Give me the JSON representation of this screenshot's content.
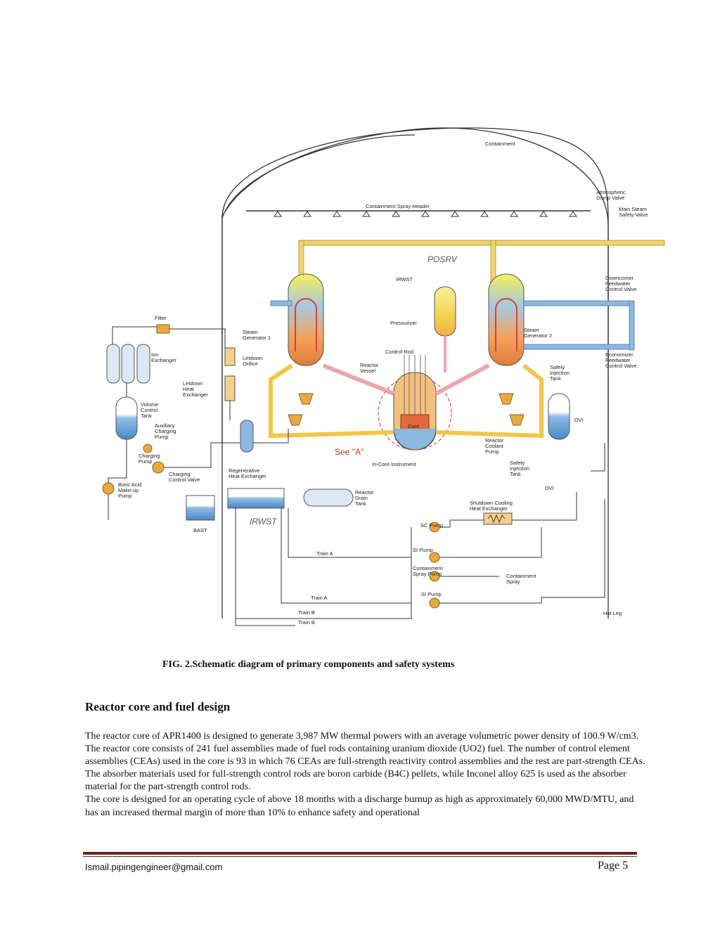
{
  "figure": {
    "labels": {
      "containment": "Containment",
      "spray_header": "Containment Spray Header",
      "atm_dump": [
        "Atmospheric",
        "Dump Valve"
      ],
      "main_steam": [
        "Main Steam",
        "Safety Valve"
      ],
      "posrv": "POSRV",
      "irwst_top": "IRWST",
      "downcomer": [
        "Downcomer",
        "Feedwater",
        "Control Valve"
      ],
      "filter": "Filter",
      "sg1": [
        "Steam",
        "Generator 1"
      ],
      "pressurizer": "Pressurizer",
      "sg2": [
        "Steam",
        "Generator 2"
      ],
      "control_rod": "Control Rod",
      "ion_exchanger": [
        "Ion",
        "Exchanger"
      ],
      "letdown_orifice": [
        "Letdown",
        "Orifice"
      ],
      "reactor_vessel": [
        "Reactor",
        "Vessel"
      ],
      "economizer": [
        "Economizer",
        "Feedwater",
        "Control Valve"
      ],
      "letdown_hx": [
        "Letdown",
        "Heat",
        "Exchanger"
      ],
      "si_tank": [
        "Safety",
        "Injection",
        "Tank"
      ],
      "vct": [
        "Volume",
        "Control",
        "Tank"
      ],
      "dvi1": "DVI",
      "aux_charging": [
        "Auxiliary",
        "Charging",
        "Pump"
      ],
      "core": "Core",
      "rcp": [
        "Reactor",
        "Coolant",
        "Pump"
      ],
      "see_a": "See \"A\"",
      "charging_pump": [
        "Charging",
        "Pump"
      ],
      "incore": "In-Core Instrument",
      "si_tank2": [
        "Safety",
        "Injection",
        "Tank"
      ],
      "charging_valve": [
        "Charging",
        "Control Valve"
      ],
      "regen_hx": [
        "Regenerative",
        "Heat Exchanger"
      ],
      "boric_pump": [
        "Boric Acid",
        "Make-up",
        "Pump"
      ],
      "dvi2": "DVI",
      "drain_tank": [
        "Reactor",
        "Drain",
        "Tank"
      ],
      "shutdown_hx": [
        "Shutdown Cooling",
        "Heat Exchanger"
      ],
      "irwst": "IRWST",
      "bast": "BAST",
      "sc_pump": "SC Pump",
      "si_pump1": "SI Pump",
      "train_a1": "Train A",
      "cs_pump": [
        "Containment",
        "Spray Pump"
      ],
      "cont_spray": [
        "Containment",
        "Spray"
      ],
      "si_pump2": "SI Pump",
      "train_a2": "Train A",
      "hot_leg": "Hot Leg",
      "train_b1": "Train B",
      "train_b2": "Train B"
    }
  },
  "caption": "FIG. 2.Schematic diagram of primary components and safety systems",
  "heading": "Reactor core and fuel design",
  "paragraphs": [
    "The reactor core of APR1400 is designed to generate 3,987 MW thermal powers with an average volumetric power density of 100.9 W/cm3. The reactor core consists of 241 fuel assemblies made of fuel rods containing uranium dioxide (UO2) fuel. The number of control element assemblies (CEAs) used in the core is 93 in which 76 CEAs are full-strength reactivity control assemblies and the rest are part-strength CEAs. The absorber materials used for full-strength control rods are boron carbide (B4C) pellets, while Inconel alloy 625 is used as the absorber material for the part-strength control rods.",
    "The core is designed for an operating cycle of above 18 months with a discharge burnup as high as approximately 60,000 MWD/MTU, and has an increased thermal margin of more than 10% to enhance safety and operational"
  ],
  "footer": {
    "email": "Ismail.pipingengineer@gmail.com",
    "page": "Page 5"
  },
  "colors": {
    "rule": "#6b2424",
    "pipe_hot": "#f2c64a",
    "pipe_cold": "#6fa8dc",
    "pipe_pink": "#e9a6b0",
    "equipment": "#e99b3c"
  }
}
